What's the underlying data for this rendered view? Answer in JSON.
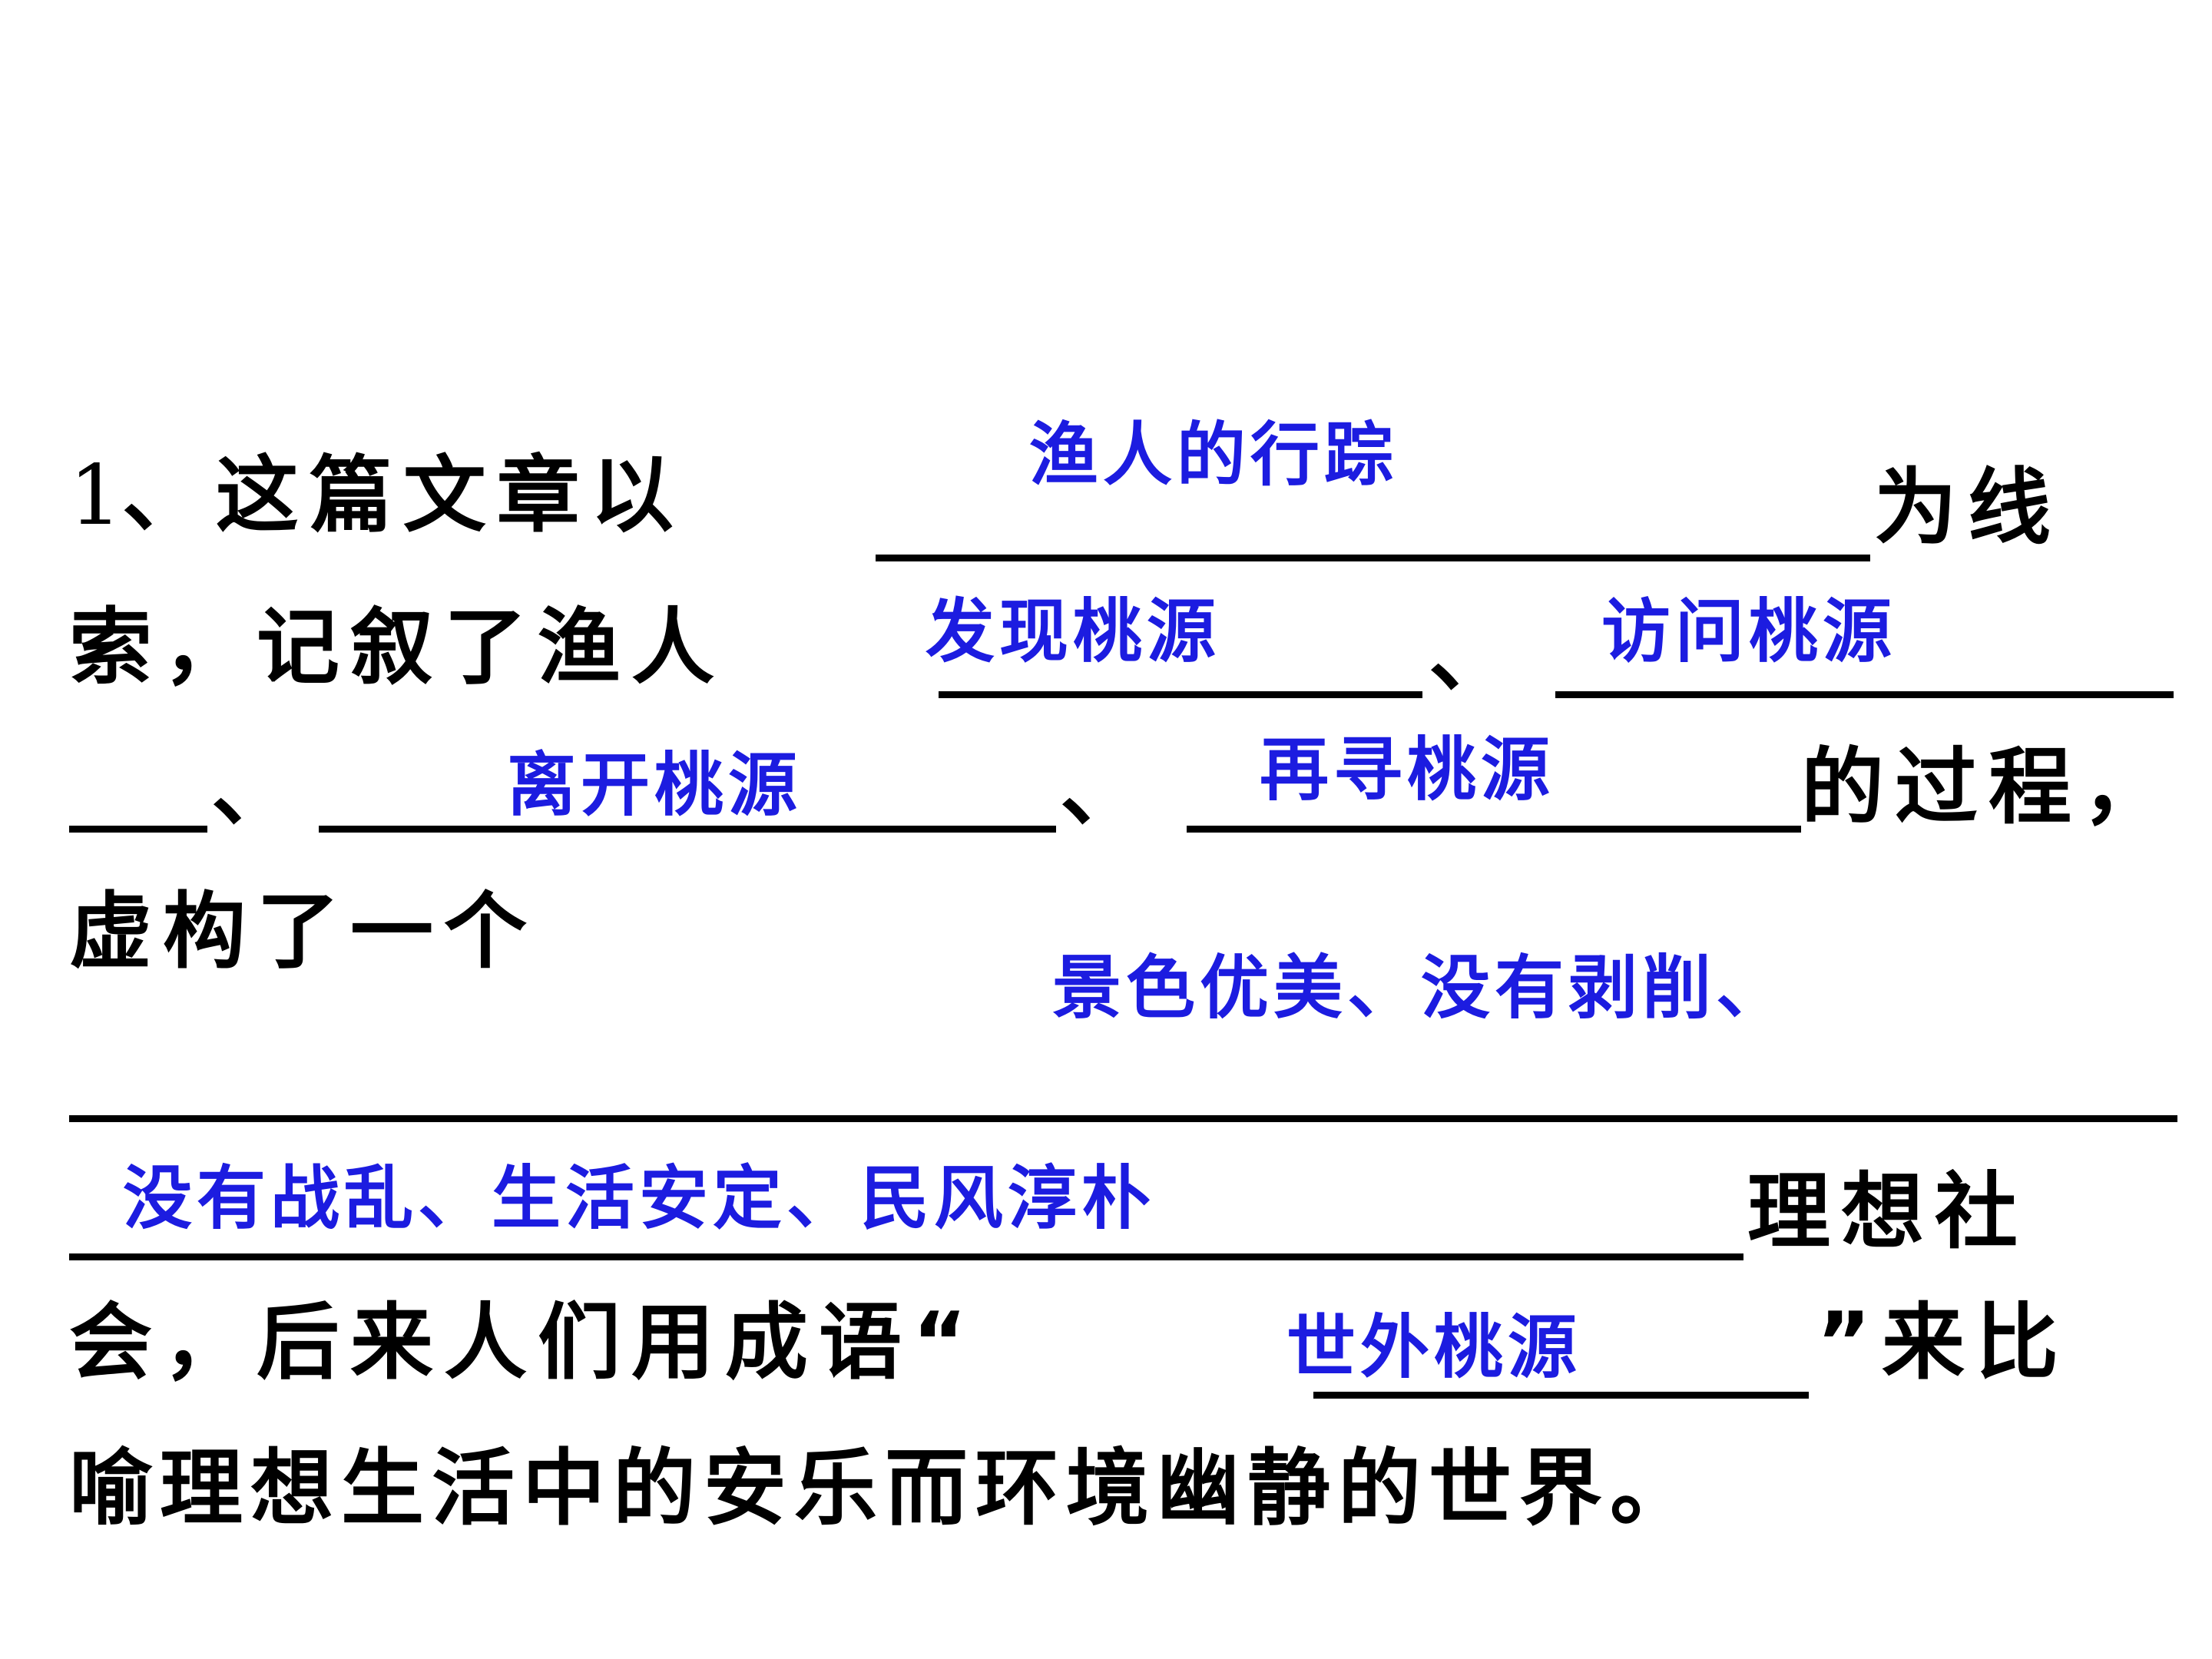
{
  "question": {
    "number": "1",
    "line1_prefix": "、这篇文章以",
    "line1_suffix": "为线",
    "line2_prefix": "索，记叙了渔人",
    "line2_sep": "、",
    "line3_sep1": "、",
    "line3_sep2": "、",
    "line3_suffix": "的过程，",
    "line4": "虚构了一个",
    "line6_suffix": "理想社",
    "line7_prefix": "会，后来人们用成语“",
    "line7_suffix": "”来比",
    "line8": "喻理想生活中的安乐而环境幽静的世界。"
  },
  "answers": {
    "clue": "渔人的行踪",
    "step1": "发现桃源",
    "step2": "访问桃源",
    "step3": "离开桃源",
    "step4": "再寻桃源",
    "society_1": "景色优美、没有剥削、",
    "society_2": "没有战乱、生活安定、民风淳朴",
    "idiom": "世外桃源"
  },
  "colors": {
    "text": "#000000",
    "answer": "#1c1ce0"
  }
}
